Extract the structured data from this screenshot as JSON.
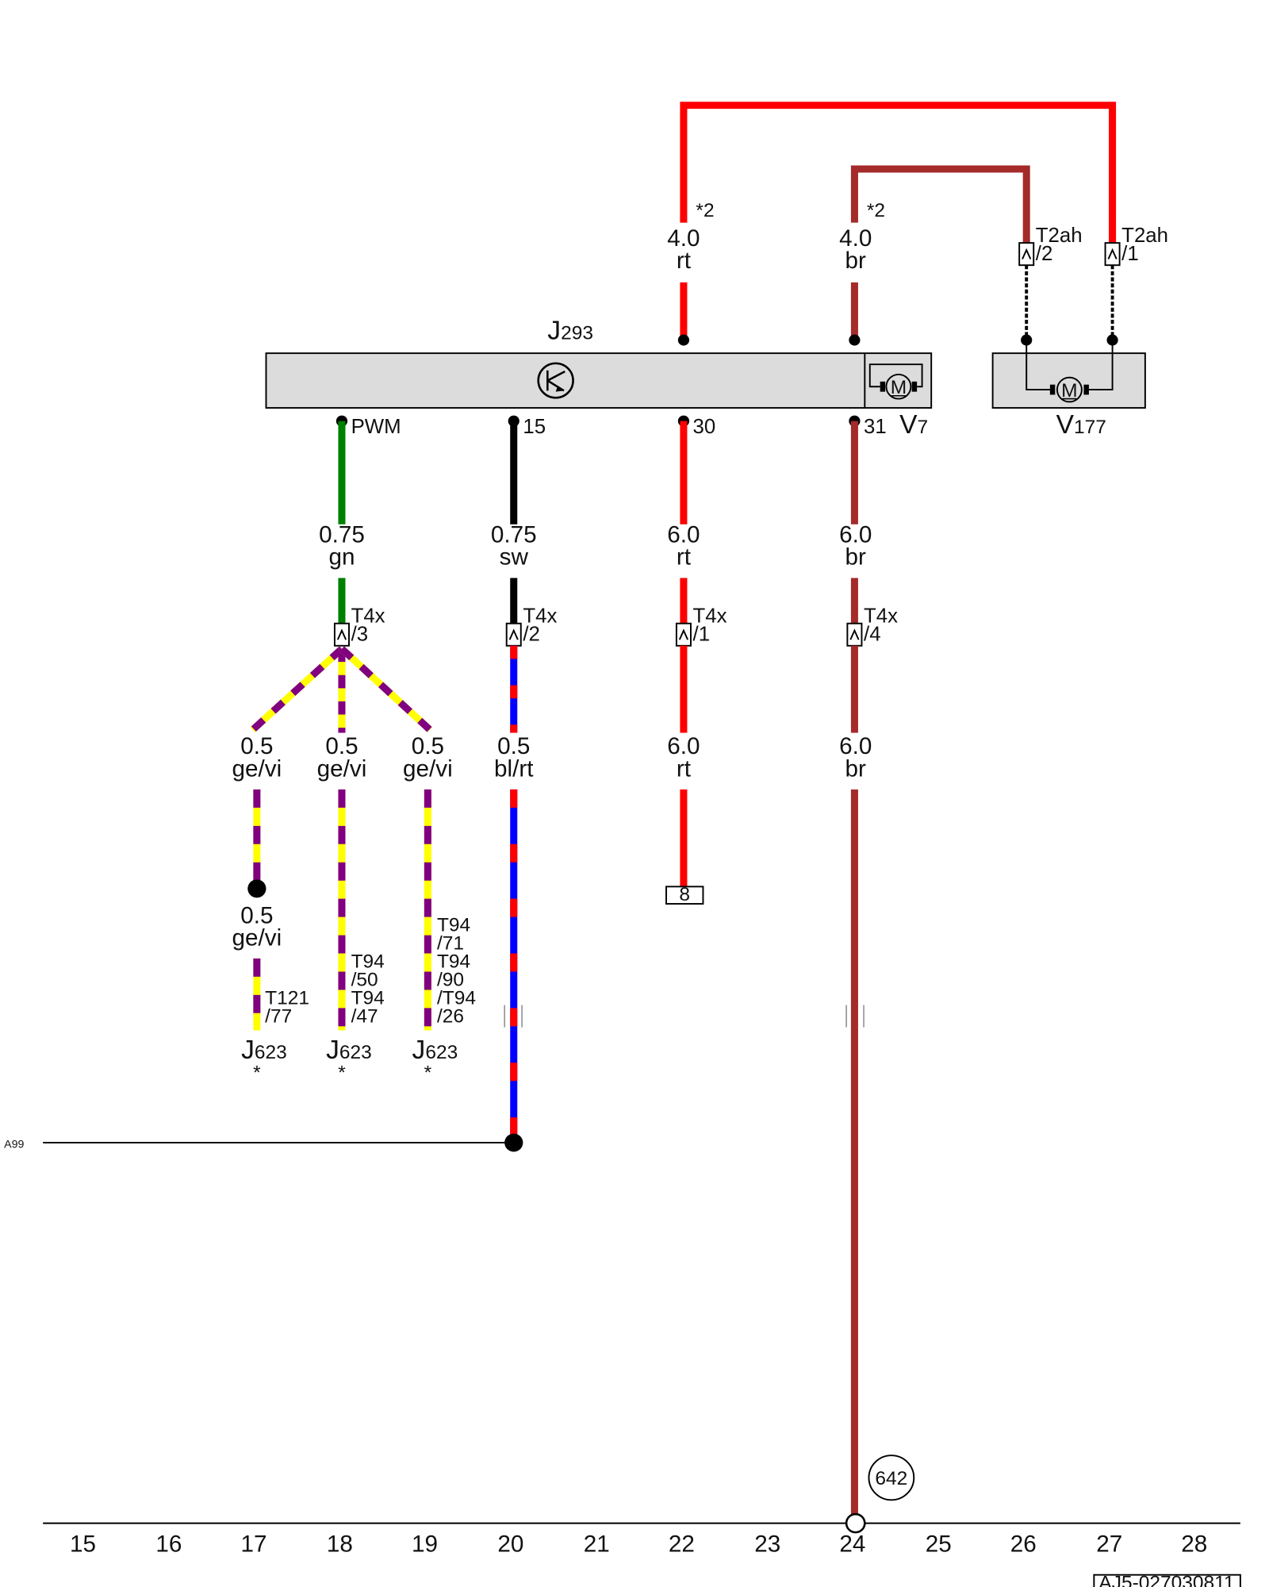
{
  "wires": {
    "w22_top": {
      "size": "4.0",
      "color": "rt",
      "note": "*2"
    },
    "w24_top": {
      "size": "4.0",
      "color": "br",
      "note": "*2"
    },
    "w18": {
      "size": "0.75",
      "color": "gn"
    },
    "w20": {
      "size": "0.75",
      "color": "sw"
    },
    "w22_mid": {
      "size": "6.0",
      "color": "rt"
    },
    "w24_mid": {
      "size": "6.0",
      "color": "br"
    },
    "b17": {
      "size": "0.5",
      "color": "ge/vi"
    },
    "b18": {
      "size": "0.5",
      "color": "ge/vi"
    },
    "b19": {
      "size": "0.5",
      "color": "ge/vi"
    },
    "w20_low": {
      "size": "0.5",
      "color": "bl/rt"
    },
    "w22_low": {
      "size": "6.0",
      "color": "rt"
    },
    "w24_low": {
      "size": "6.0",
      "color": "br"
    },
    "w17_low": {
      "size": "0.5",
      "color": "ge/vi"
    }
  },
  "components": {
    "j293": {
      "letter": "J",
      "number": "293"
    },
    "v7": {
      "letter": "V",
      "number": "7"
    },
    "v177": {
      "letter": "V",
      "number": "177"
    },
    "motor_symbol": "M"
  },
  "pins": {
    "pwm": "PWM",
    "p15": "15",
    "p30": "30",
    "p31": "31"
  },
  "connectors": {
    "t4x_name": "T4x",
    "t4x3": "/3",
    "t4x2": "/2",
    "t4x1": "/1",
    "t4x4": "/4",
    "t2ah_name": "T2ah",
    "t2ah2": "/2",
    "t2ah1": "/1"
  },
  "ends": {
    "t121_a": "T121",
    "t121_b": "/77",
    "t94_18_a": "T94",
    "t94_18_b": "/50",
    "t94_18_c": "T94",
    "t94_18_d": "/47",
    "t94_19_a": "T94",
    "t94_19_b": "/71",
    "t94_19_c": "T94",
    "t94_19_d": "/90",
    "t94_19_e": "/T94",
    "t94_19_f": "/26",
    "j623_letter": "J",
    "j623_number": "623",
    "star": "*"
  },
  "references": {
    "box8": "8",
    "ground": "642",
    "a99": "A99",
    "doc_id": "AJ5-027030811"
  },
  "columns": [
    "15",
    "16",
    "17",
    "18",
    "19",
    "20",
    "21",
    "22",
    "23",
    "24",
    "25",
    "26",
    "27",
    "28"
  ],
  "colors": {
    "rt": "#ff0000",
    "br": "#a52a2a",
    "gn": "#008000",
    "sw": "#000000",
    "ge": "#ffff00",
    "vi": "#800080",
    "bl": "#0000ff",
    "component_fill": "#dcdcdc"
  }
}
